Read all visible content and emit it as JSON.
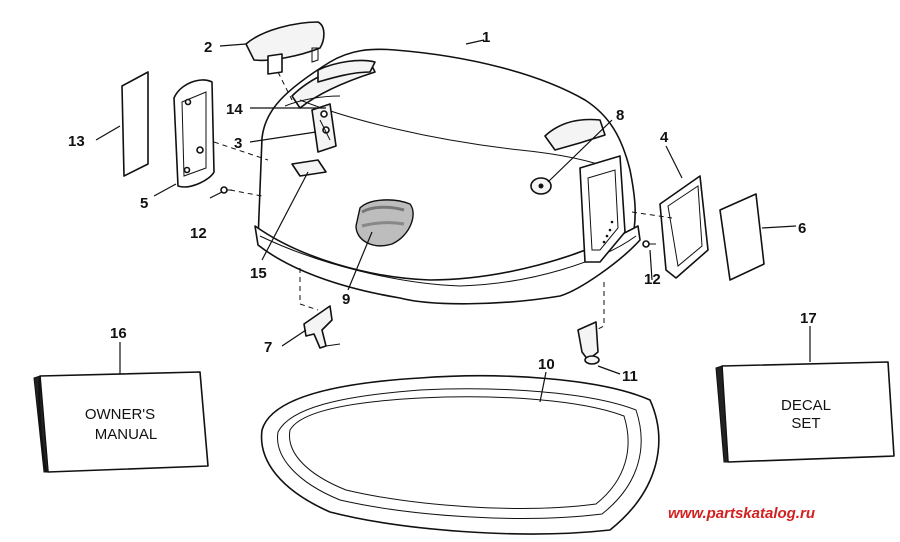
{
  "callouts": [
    "1",
    "2",
    "3",
    "4",
    "5",
    "6",
    "7",
    "8",
    "9",
    "10",
    "11",
    "12",
    "12",
    "13",
    "14",
    "15",
    "16",
    "17"
  ],
  "boxes": {
    "owners_manual": [
      "OWNER'S",
      "MANUAL"
    ],
    "decal_set": [
      "DECAL",
      "SET"
    ]
  },
  "watermark": "www.partskatalog.ru",
  "colors": {
    "ink": "#111111",
    "watermark": "#d32020",
    "background": "#ffffff"
  }
}
